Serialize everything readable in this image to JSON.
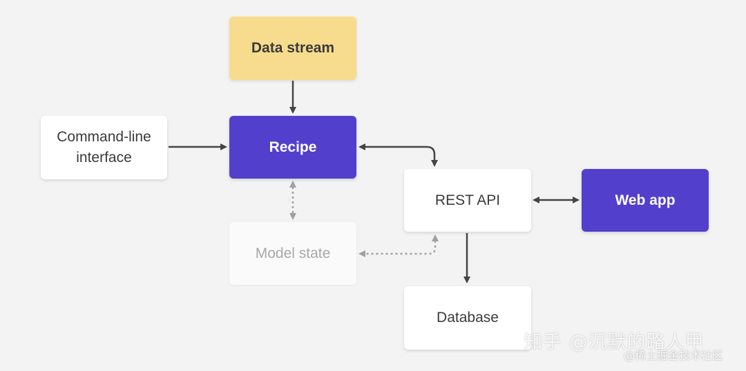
{
  "nodes": {
    "data_stream": "Data stream",
    "command_line": "Command-line interface",
    "recipe": "Recipe",
    "rest_api": "REST API",
    "web_app": "Web app",
    "model_state": "Model state",
    "database": "Database"
  },
  "watermark": {
    "main": "知乎 @沉默的路人甲",
    "sub": "@稀土掘金技术社区"
  },
  "colors": {
    "purple": "#5240cc",
    "yellow": "#f7dc8e",
    "arrow": "#444444",
    "dotted_arrow": "#a0a0a0"
  }
}
